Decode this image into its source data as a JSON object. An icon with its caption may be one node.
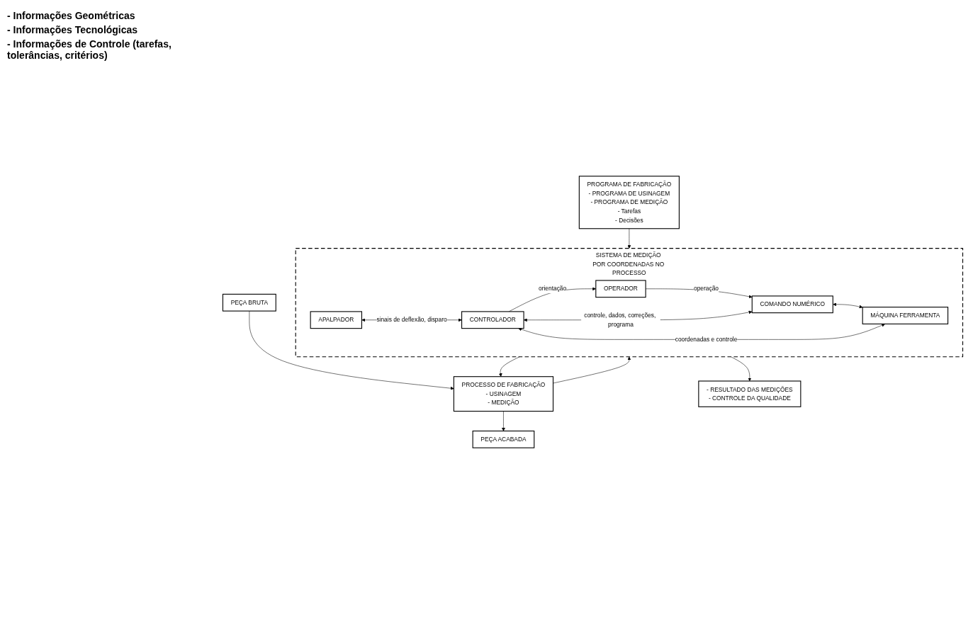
{
  "diagram": {
    "nodes": [
      {
        "text": [
          "PROGRAMA DE FABRICAÇÃO",
          "- PROGRAMA DE USINAGEM",
          "- PROGRAMA DE MEDIÇÃO",
          "- Tarefas",
          "- Decisões"
        ]
      },
      {
        "text": [
          "PEÇA BRUTA"
        ]
      },
      {
        "text": [
          "SISTEMA DE MEDIÇÃO POR COORDENADAS NO PROCESSO"
        ]
      },
      {
        "text": [
          "CONTROLADOR"
        ],
        "in": 2
      },
      {
        "text": [
          "OPERADOR"
        ],
        "in": 2
      },
      {
        "text": [
          "COMANDO NUMÉRICO"
        ],
        "in": 2
      },
      {
        "text": [
          "APALPADOR"
        ],
        "in": 2
      },
      {
        "text": [
          "MÁQUINA FERRAMENTA"
        ],
        "in": 2
      },
      {
        "text": [
          "PROCESSO DE FABRICAÇÃO",
          "- USINAGEM",
          "- MEDIÇÃO"
        ]
      },
      {
        "text": [
          "- RESULTADO DAS MEDIÇÕES",
          "- CONTROLE DA QUALIDADE"
        ]
      },
      {
        "text": [
          "PEÇA ACABADA"
        ]
      }
    ],
    "edges": [
      {
        "from": 0,
        "to": 2,
        "arrow": "to"
      },
      {
        "from": 1,
        "to": 8,
        "arrow": "to"
      },
      {
        "from": 3,
        "to": 4,
        "arrow": "to",
        "label": "orientação"
      },
      {
        "from": 4,
        "to": 5,
        "arrow": "to",
        "label": "operação"
      },
      {
        "from": 5,
        "to": 3,
        "arrow": "both",
        "label": "controle, dados, correções, programa"
      },
      {
        "from": 6,
        "to": 3,
        "arrow": "both",
        "label": "sinais de deflexão, disparo"
      },
      {
        "from": 5,
        "to": 7,
        "arrow": "both"
      },
      {
        "from": 7,
        "to": 3,
        "arrow": "both",
        "label": "coordenadas e controle"
      },
      {
        "from": 2,
        "to": 8,
        "arrow": "to"
      },
      {
        "from": 8,
        "to": 2,
        "arrow": "to"
      },
      {
        "from": 2,
        "to": 9,
        "arrow": "to"
      },
      {
        "from": 8,
        "to": 10,
        "arrow": "to"
      }
    ],
    "labels": [
      "- Informações Geométricas",
      "- Informações Tecnológicas",
      "- Informações de Controle (tarefas, tolerâncias, critérios)"
    ]
  }
}
